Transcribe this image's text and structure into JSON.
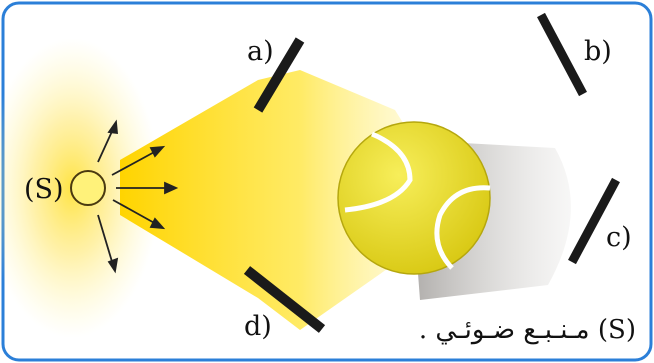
{
  "diagram": {
    "source_label": "(S)",
    "labels": {
      "a": "a)",
      "b": "b)",
      "c": "c)",
      "d": "d)"
    },
    "caption": "(S) مـنـبـع ضـوئـي ."
  },
  "colors": {
    "frame_border": "#2b7fd8",
    "light": "#ffd80a",
    "light_glow": "#fff6a8",
    "ball": "#e9dc22",
    "ball_seams": "#ffffff",
    "shadow": "#b9b6b3",
    "screens": "#1a1a1a",
    "arrows": "#222222"
  }
}
